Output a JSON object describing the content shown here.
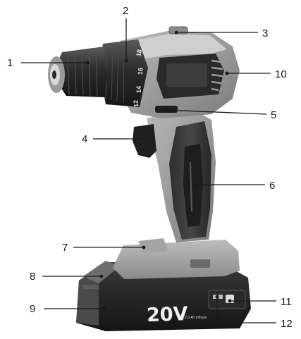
{
  "drill": {
    "torque_marks": [
      "18",
      "16",
      "14",
      "12"
    ],
    "battery_voltage": "20V",
    "battery_spec": "2.0 Ah Lithium"
  },
  "callouts": [
    {
      "number": "1",
      "part": "keyless-chuck"
    },
    {
      "number": "2",
      "part": "torque-collar"
    },
    {
      "number": "3",
      "part": "speed-switch"
    },
    {
      "number": "4",
      "part": "trigger"
    },
    {
      "number": "5",
      "part": "forward-reverse-lever"
    },
    {
      "number": "6",
      "part": "handle-grip"
    },
    {
      "number": "7",
      "part": "battery-release"
    },
    {
      "number": "8",
      "part": "battery-latch"
    },
    {
      "number": "9",
      "part": "battery-pack"
    },
    {
      "number": "10",
      "part": "motor-vents"
    },
    {
      "number": "11",
      "part": "charge-indicator-button"
    },
    {
      "number": "12",
      "part": "charge-indicator-lights"
    }
  ]
}
